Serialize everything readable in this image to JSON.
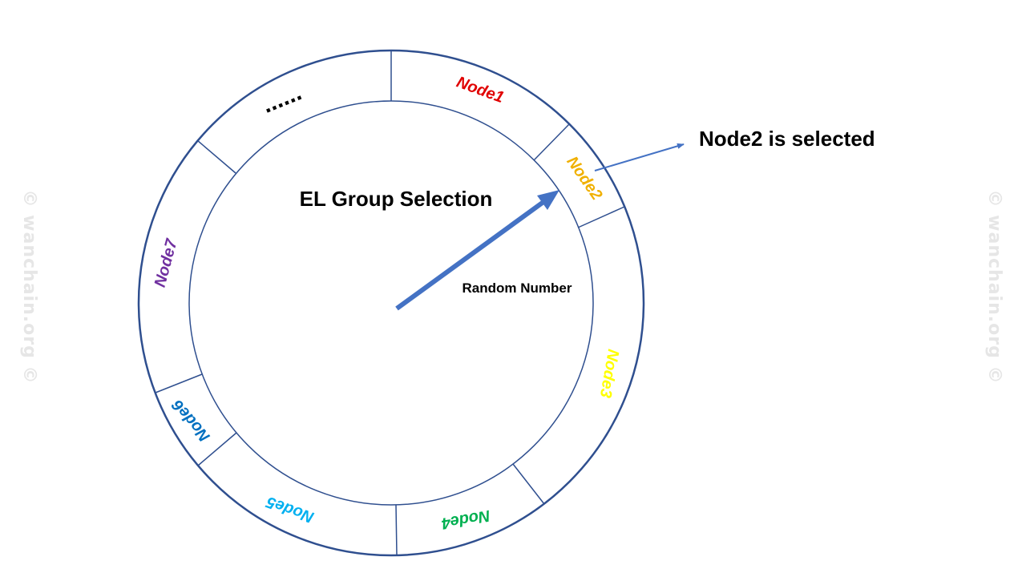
{
  "diagram": {
    "title": "EL Group Selection",
    "pointer_label": "Random Number",
    "result_label": "Node2 is selected",
    "ellipsis": "......",
    "nodes": [
      {
        "label": "Node1",
        "color": "#e00000"
      },
      {
        "label": "Node2",
        "color": "#f0b000"
      },
      {
        "label": "Node3",
        "color": "#ffff00"
      },
      {
        "label": "Node4",
        "color": "#00b050"
      },
      {
        "label": "Node5",
        "color": "#00b0f0"
      },
      {
        "label": "Node6",
        "color": "#0070c0"
      },
      {
        "label": "Node7",
        "color": "#7030a0"
      }
    ],
    "ring_color": "#2f4f8f",
    "arrow_color": "#4472c4",
    "selected_node": "Node2"
  },
  "watermark": {
    "text": "© wanchain.org ©",
    "color": "#e6e6e6"
  }
}
